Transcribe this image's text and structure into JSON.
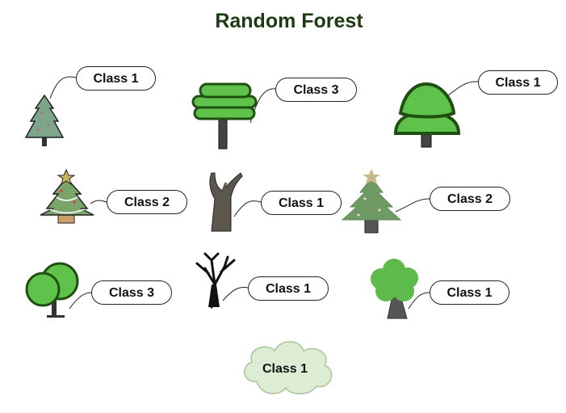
{
  "title": "Random Forest",
  "trees": [
    {
      "label": "Class 1",
      "icon": "pine-tree-icon"
    },
    {
      "label": "Class 3",
      "icon": "layered-canopy-tree-icon"
    },
    {
      "label": "Class 1",
      "icon": "mushroom-tree-icon"
    },
    {
      "label": "Class 2",
      "icon": "decorated-christmas-tree-icon"
    },
    {
      "label": "Class 1",
      "icon": "bare-trunk-tree-icon"
    },
    {
      "label": "Class 2",
      "icon": "star-christmas-tree-icon"
    },
    {
      "label": "Class 3",
      "icon": "round-double-canopy-tree-icon"
    },
    {
      "label": "Class 1",
      "icon": "bare-branch-tree-icon"
    },
    {
      "label": "Class 1",
      "icon": "leafy-bushy-tree-icon"
    }
  ],
  "result": {
    "label": "Class 1",
    "icon": "cloud-shape"
  },
  "colors": {
    "title": "#1d3a12",
    "leaf_bright": "#5fc24a",
    "leaf_dark": "#1f4f12",
    "xmas_green": "#6f9a63",
    "cloud_fill": "#dcedd4"
  }
}
